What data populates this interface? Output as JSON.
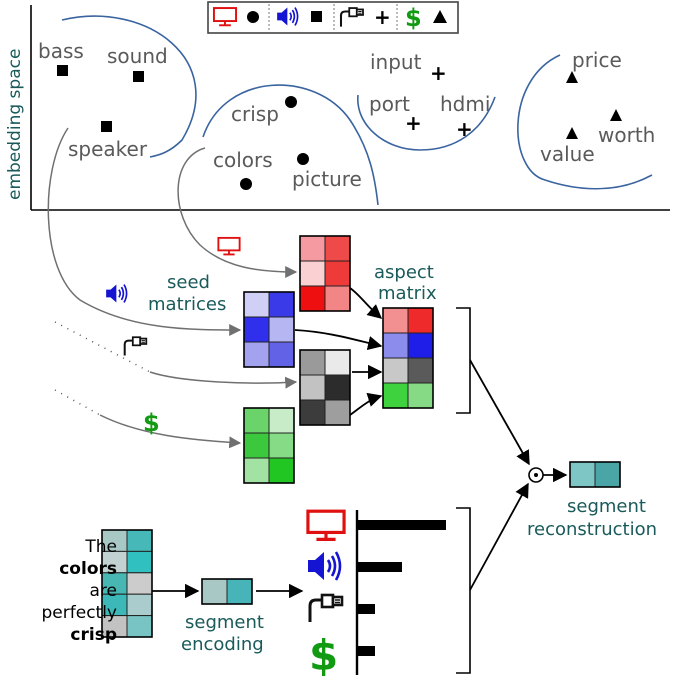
{
  "axis": {
    "ylabel": "embedding space"
  },
  "legend": {
    "items": [
      {
        "icon": "monitor-icon",
        "marker": "●",
        "color": "#e01010"
      },
      {
        "icon": "speaker-icon",
        "marker": "■",
        "color": "#1414d2"
      },
      {
        "icon": "hdmi-plug-icon",
        "marker": "+",
        "color": "#000000"
      },
      {
        "icon": "dollar-icon",
        "glyph": "$",
        "marker": "▲",
        "color": "#129a12"
      }
    ]
  },
  "clusters": {
    "audio": {
      "words": [
        "bass",
        "sound",
        "speaker"
      ]
    },
    "picture": {
      "words": [
        "crisp",
        "colors",
        "picture"
      ]
    },
    "ports": {
      "words": [
        "input",
        "port",
        "hdmi"
      ]
    },
    "price": {
      "words": [
        "price",
        "value",
        "worth"
      ]
    }
  },
  "labels": {
    "seed_matrices": [
      "seed",
      "matrices"
    ],
    "aspect_matrix": [
      "aspect",
      "matrix"
    ],
    "segment_reconstruction": [
      "segment",
      "reconstruction"
    ],
    "segment_encoding": [
      "segment",
      "encoding"
    ],
    "operator": "⊙"
  },
  "sentence": [
    {
      "text": "The",
      "bold": false
    },
    {
      "text": "colors",
      "bold": true
    },
    {
      "text": "are",
      "bold": false
    },
    {
      "text": "perfectly",
      "bold": false
    },
    {
      "text": "crisp",
      "bold": true
    }
  ],
  "matrices": {
    "monitor_seed": [
      [
        "#f59aa0",
        "#ee4a4a"
      ],
      [
        "#fbd0d3",
        "#ef3a3a"
      ],
      [
        "#ee1010",
        "#f28585"
      ]
    ],
    "speaker_seed": [
      [
        "#d0d0f6",
        "#3a3ae8"
      ],
      [
        "#3030ec",
        "#b6b6f2"
      ],
      [
        "#a2a2ee",
        "#6262e6"
      ]
    ],
    "hdmi_seed": [
      [
        "#9a9a9a",
        "#eaeaea"
      ],
      [
        "#c2c2c2",
        "#2c2c2c"
      ],
      [
        "#3c3c3c",
        "#9e9e9e"
      ]
    ],
    "dollar_seed": [
      [
        "#6ad46a",
        "#c8ecc8"
      ],
      [
        "#3cc83c",
        "#86dc86"
      ],
      [
        "#a2e2a2",
        "#22c622"
      ]
    ],
    "aspect": [
      [
        "#f28f90",
        "#ee2a2a"
      ],
      [
        "#8c8cec",
        "#1e1ee8"
      ],
      [
        "#c8c8c8",
        "#5a5a5a"
      ],
      [
        "#3ed23e",
        "#86da86"
      ]
    ],
    "sentence_embed": [
      [
        "#a8c8c6",
        "#46b8b8"
      ],
      [
        "#c2d2d2",
        "#30c0c0"
      ],
      [
        "#48b6b2",
        "#cccccc"
      ],
      [
        "#3cb8b8",
        "#aacccc"
      ],
      [
        "#c2c2c2",
        "#78c4c4"
      ]
    ],
    "segment_encoding": [
      [
        "#a8c8c6",
        "#46b4b8"
      ]
    ],
    "segment_reconstruction": [
      [
        "#7ec6c6",
        "#4aa6a6"
      ]
    ]
  },
  "aspect_weights": [
    {
      "icon": "monitor-icon",
      "weight": 0.85
    },
    {
      "icon": "speaker-icon",
      "weight": 0.42
    },
    {
      "icon": "hdmi-plug-icon",
      "weight": 0.16
    },
    {
      "icon": "dollar-icon",
      "weight": 0.16
    }
  ]
}
